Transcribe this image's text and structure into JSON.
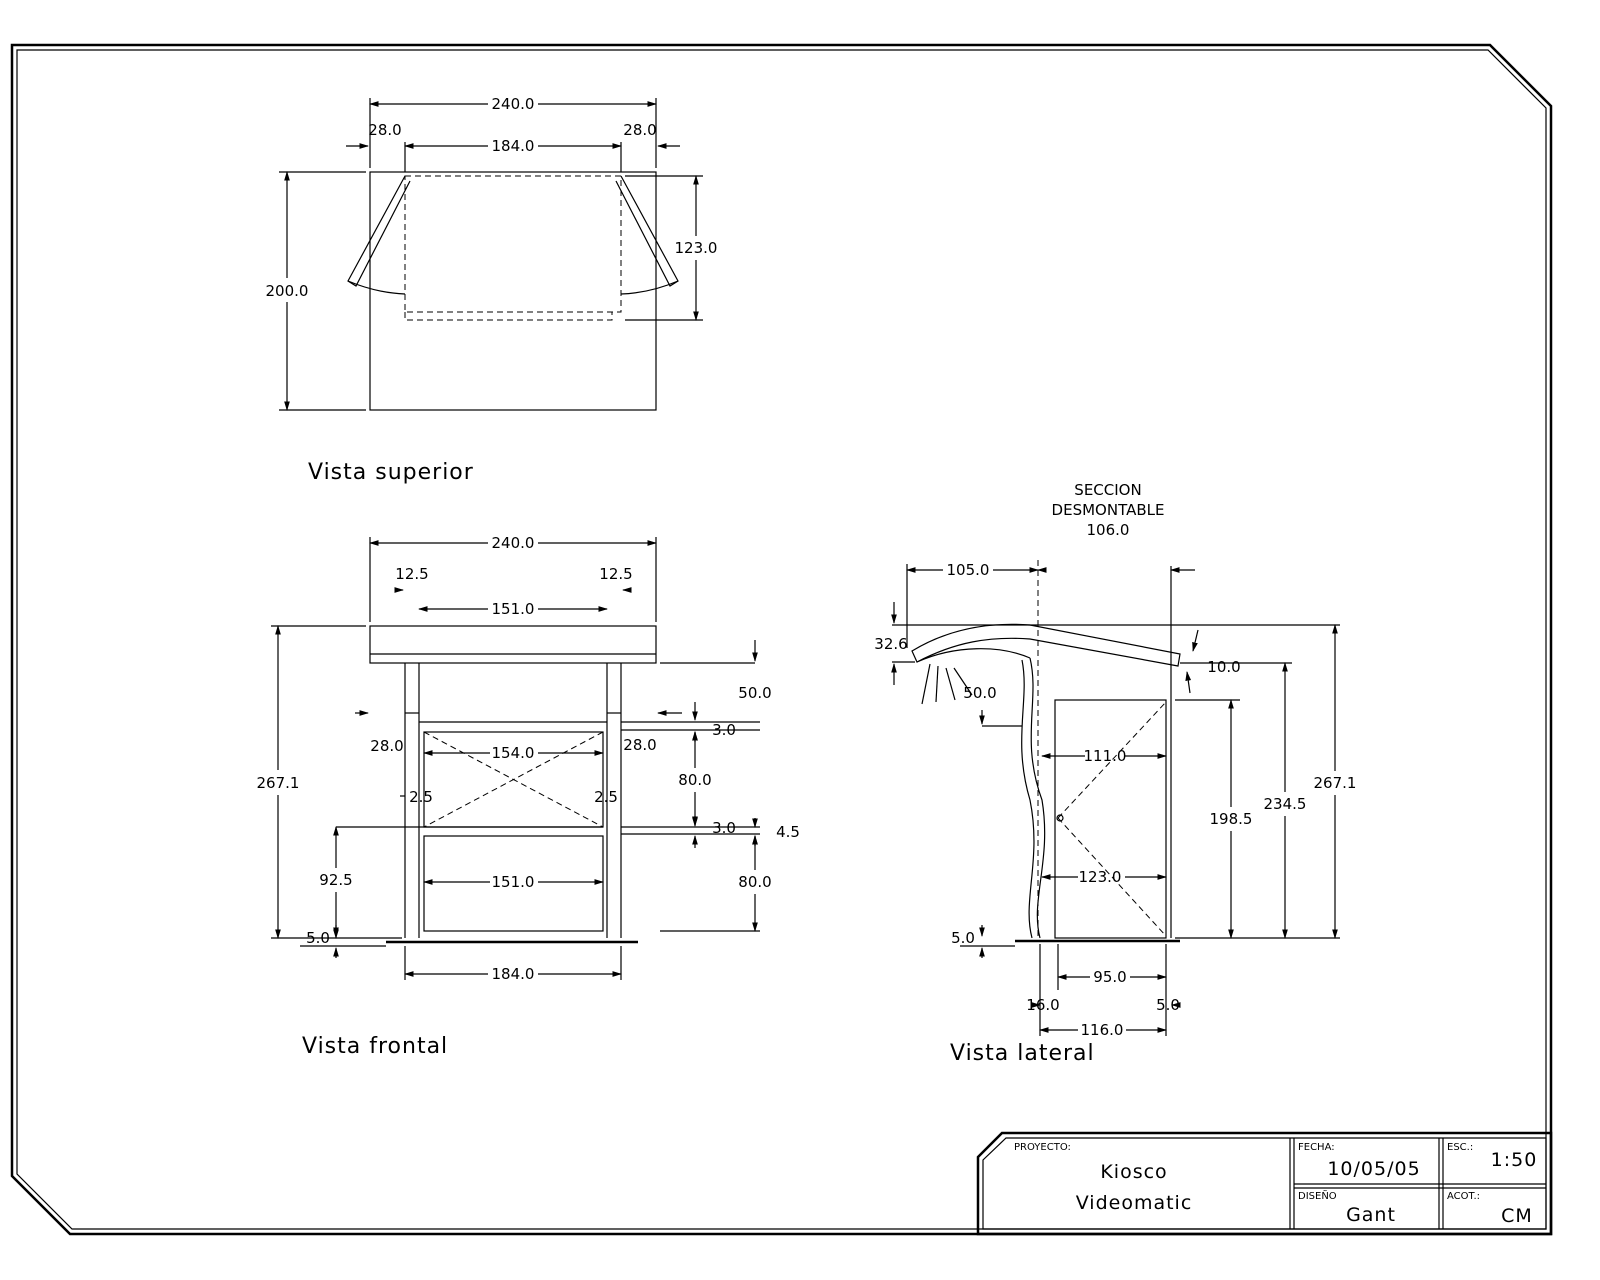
{
  "views": {
    "top": {
      "title": "Vista superior",
      "dims": {
        "overall_width": "240.0",
        "side_left": "28.0",
        "side_right": "28.0",
        "inner_width": "184.0",
        "depth": "200.0",
        "counter_depth": "123.0"
      }
    },
    "front": {
      "title": "Vista frontal",
      "dims": {
        "overall_width": "240.0",
        "edge_left": "12.5",
        "edge_right": "12.5",
        "inner_top": "151.0",
        "height": "267.1",
        "canopy_gap": "50.0",
        "gap_upper": "3.0",
        "side_left": "28.0",
        "side_right": "28.0",
        "screen_width": "154.0",
        "post_left": "2.5",
        "post_right": "2.5",
        "upper_panel": "80.0",
        "gap_lower": "3.0",
        "stack": "4.5",
        "lower_panel": "80.0",
        "lower_level": "92.5",
        "lower_width": "151.0",
        "base": "5.0",
        "base_width": "184.0"
      }
    },
    "side": {
      "title": "Vista lateral",
      "note": [
        "SECCION",
        "DESMONTABLE",
        "106.0"
      ],
      "dims": {
        "overhang": "105.0",
        "canopy_rise": "32.6",
        "canopy_angle": "50.0",
        "roof_thickness": "10.0",
        "door_width": "111.0",
        "door_height": "198.5",
        "height_inner": "234.5",
        "height_total": "267.1",
        "door_lower": "123.0",
        "base": "5.0",
        "base_span": "95.0",
        "offset_left": "16.0",
        "offset_right": "5.0",
        "depth": "116.0"
      }
    }
  },
  "title_block": {
    "project_label": "PROYECTO:",
    "project_line1": "Kiosco",
    "project_line2": "Videomatic",
    "date_label": "FECHA:",
    "date": "10/05/05",
    "design_label": "DISEÑO",
    "designer": "Gant",
    "scale_label": "ESC.:",
    "scale": "1:50",
    "units_label": "ACOT.:",
    "units": "CM"
  }
}
